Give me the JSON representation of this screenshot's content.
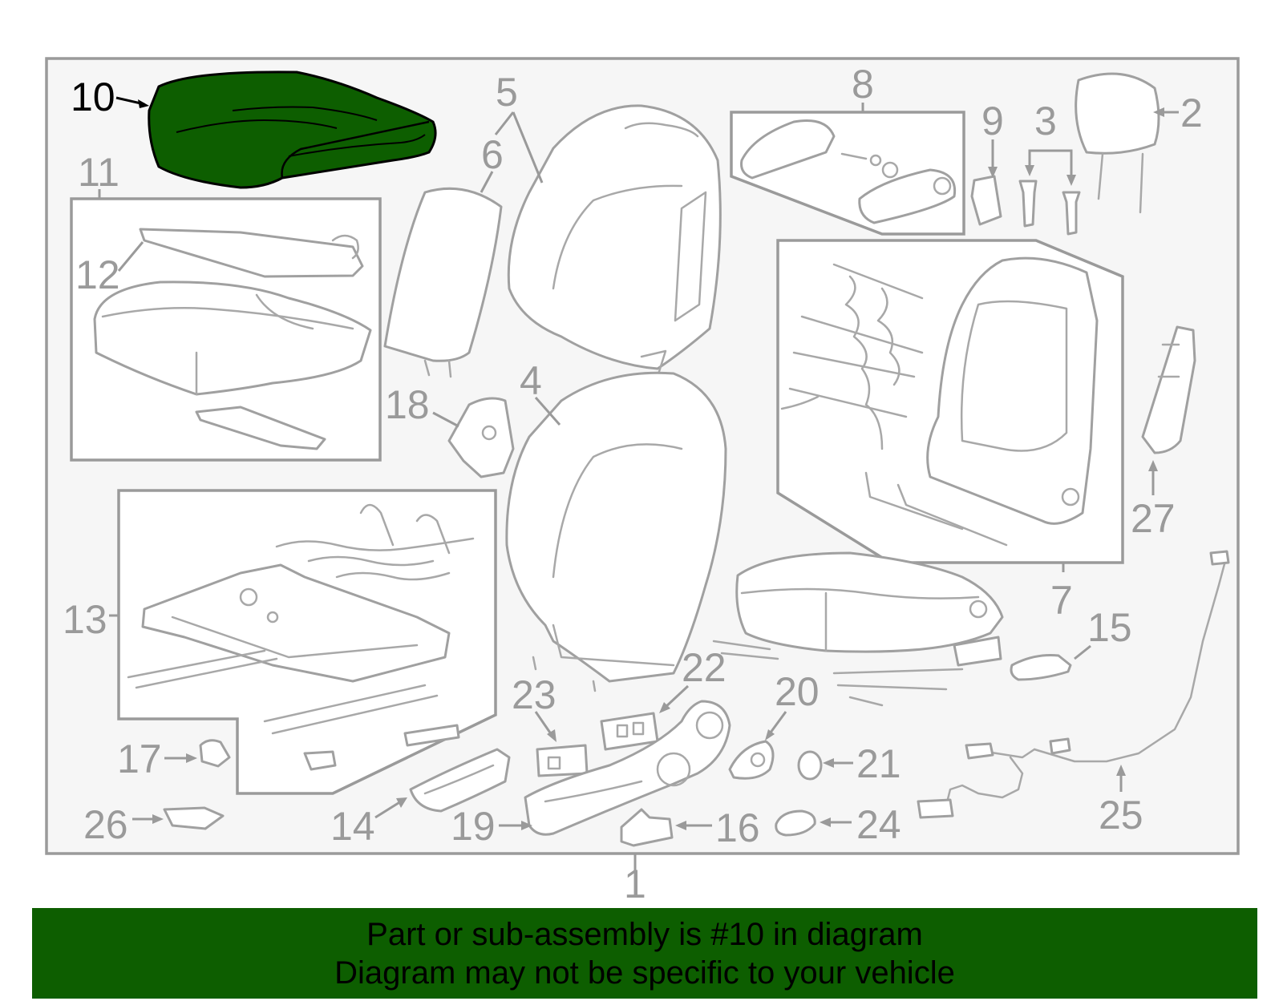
{
  "highlight": {
    "part_number": "10",
    "fill_color": "#0d5e00"
  },
  "callouts": {
    "c1": "1",
    "c2": "2",
    "c3": "3",
    "c4": "4",
    "c5": "5",
    "c6": "6",
    "c7": "7",
    "c8": "8",
    "c9": "9",
    "c10": "10",
    "c11": "11",
    "c12": "12",
    "c13": "13",
    "c14": "14",
    "c15": "15",
    "c16": "16",
    "c17": "17",
    "c18": "18",
    "c19": "19",
    "c20": "20",
    "c21": "21",
    "c22": "22",
    "c23": "23",
    "c24": "24",
    "c25": "25",
    "c26": "26",
    "c27": "27"
  },
  "banner": {
    "line1": "Part or sub-assembly is #10 in diagram",
    "line2": "Diagram may not be specific to your vehicle",
    "background_color": "#0d5e00"
  }
}
